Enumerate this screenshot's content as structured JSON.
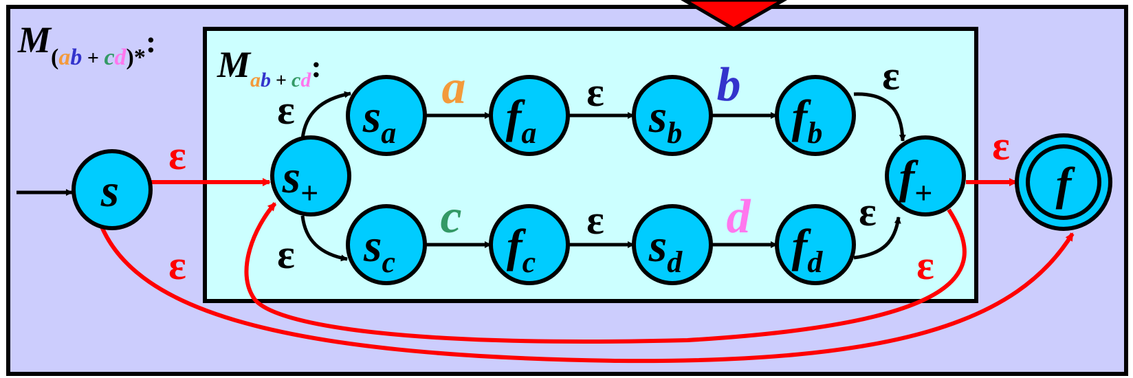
{
  "colors": {
    "outer_fill": "#cccdfd",
    "inner_fill": "#ccffff",
    "state_fill": "#00ccff",
    "red": "#ff0000",
    "orange": "#f39a3b",
    "blue": "#3333cc",
    "green": "#339966",
    "pink": "#ff77ee",
    "black": "#000000"
  },
  "outer_label": {
    "main": "M",
    "open": "(",
    "a": "a",
    "b": "b",
    "plus": " + ",
    "c": "c",
    "d": "d",
    "close": ")*",
    "colon": ":"
  },
  "inner_label": {
    "main": "M",
    "a": "a",
    "b": "b",
    "plus": " + ",
    "c": "c",
    "d": "d",
    "colon": ":"
  },
  "states": {
    "s": {
      "main": "s",
      "sub": ""
    },
    "s_plus": {
      "main": "s",
      "sub": "+"
    },
    "s_a": {
      "main": "s",
      "sub": "a"
    },
    "f_a": {
      "main": "f",
      "sub": "a"
    },
    "s_b": {
      "main": "s",
      "sub": "b"
    },
    "f_b": {
      "main": "f",
      "sub": "b"
    },
    "s_c": {
      "main": "s",
      "sub": "c"
    },
    "f_c": {
      "main": "f",
      "sub": "c"
    },
    "s_d": {
      "main": "s",
      "sub": "d"
    },
    "f_d": {
      "main": "f",
      "sub": "d"
    },
    "f_plus": {
      "main": "f",
      "sub": "+"
    },
    "f": {
      "main": "f",
      "sub": ""
    }
  },
  "edge_labels": {
    "a": "a",
    "b": "b",
    "c": "c",
    "d": "d",
    "epsilon": "ε"
  }
}
